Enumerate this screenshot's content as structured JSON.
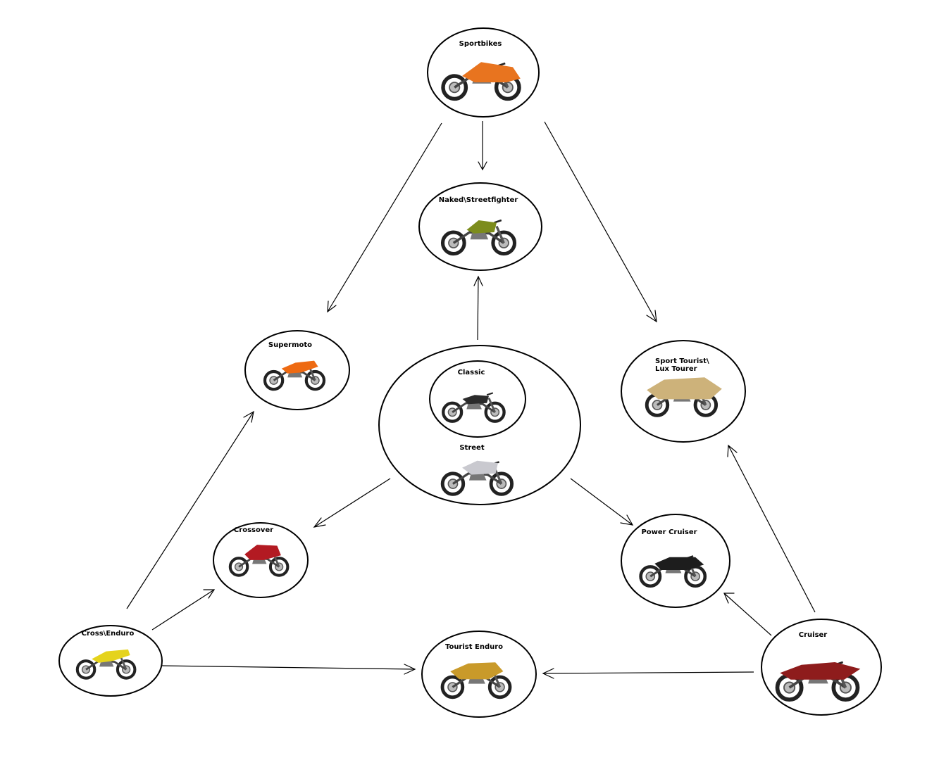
{
  "diagram": {
    "nodes": {
      "sportbikes": {
        "label": "Sportbikes",
        "icon": "sportbike-icon",
        "color": "#e8741f"
      },
      "naked": {
        "label": "Naked\\Streetfighter",
        "icon": "naked-bike-icon",
        "color": "#7c8c1c"
      },
      "supermoto": {
        "label": "Supermoto",
        "icon": "supermoto-icon",
        "color": "#ee6a12"
      },
      "sport_tourist": {
        "label_line1": "Sport Tourist\\",
        "label_line2": "Lux Tourer",
        "icon": "touring-bike-icon",
        "color": "#cdb27a"
      },
      "classic": {
        "label": "Classic",
        "icon": "classic-bike-icon",
        "color": "#2b2b2b"
      },
      "street": {
        "label": "Street",
        "icon": "street-bike-icon",
        "color": "#c9c9cf"
      },
      "crossover": {
        "label": "Crossover",
        "icon": "crossover-bike-icon",
        "color": "#b31a22"
      },
      "power_cruiser": {
        "label": "Power Cruiser",
        "icon": "power-cruiser-icon",
        "color": "#1d1d1d"
      },
      "cross_enduro": {
        "label": "Cross\\Enduro",
        "icon": "dirt-bike-icon",
        "color": "#e5d31c"
      },
      "tourist_enduro": {
        "label": "Tourist Enduro",
        "icon": "adventure-bike-icon",
        "color": "#c99a2a"
      },
      "cruiser": {
        "label": "Cruiser",
        "icon": "cruiser-icon",
        "color": "#8e1c1c"
      }
    }
  }
}
